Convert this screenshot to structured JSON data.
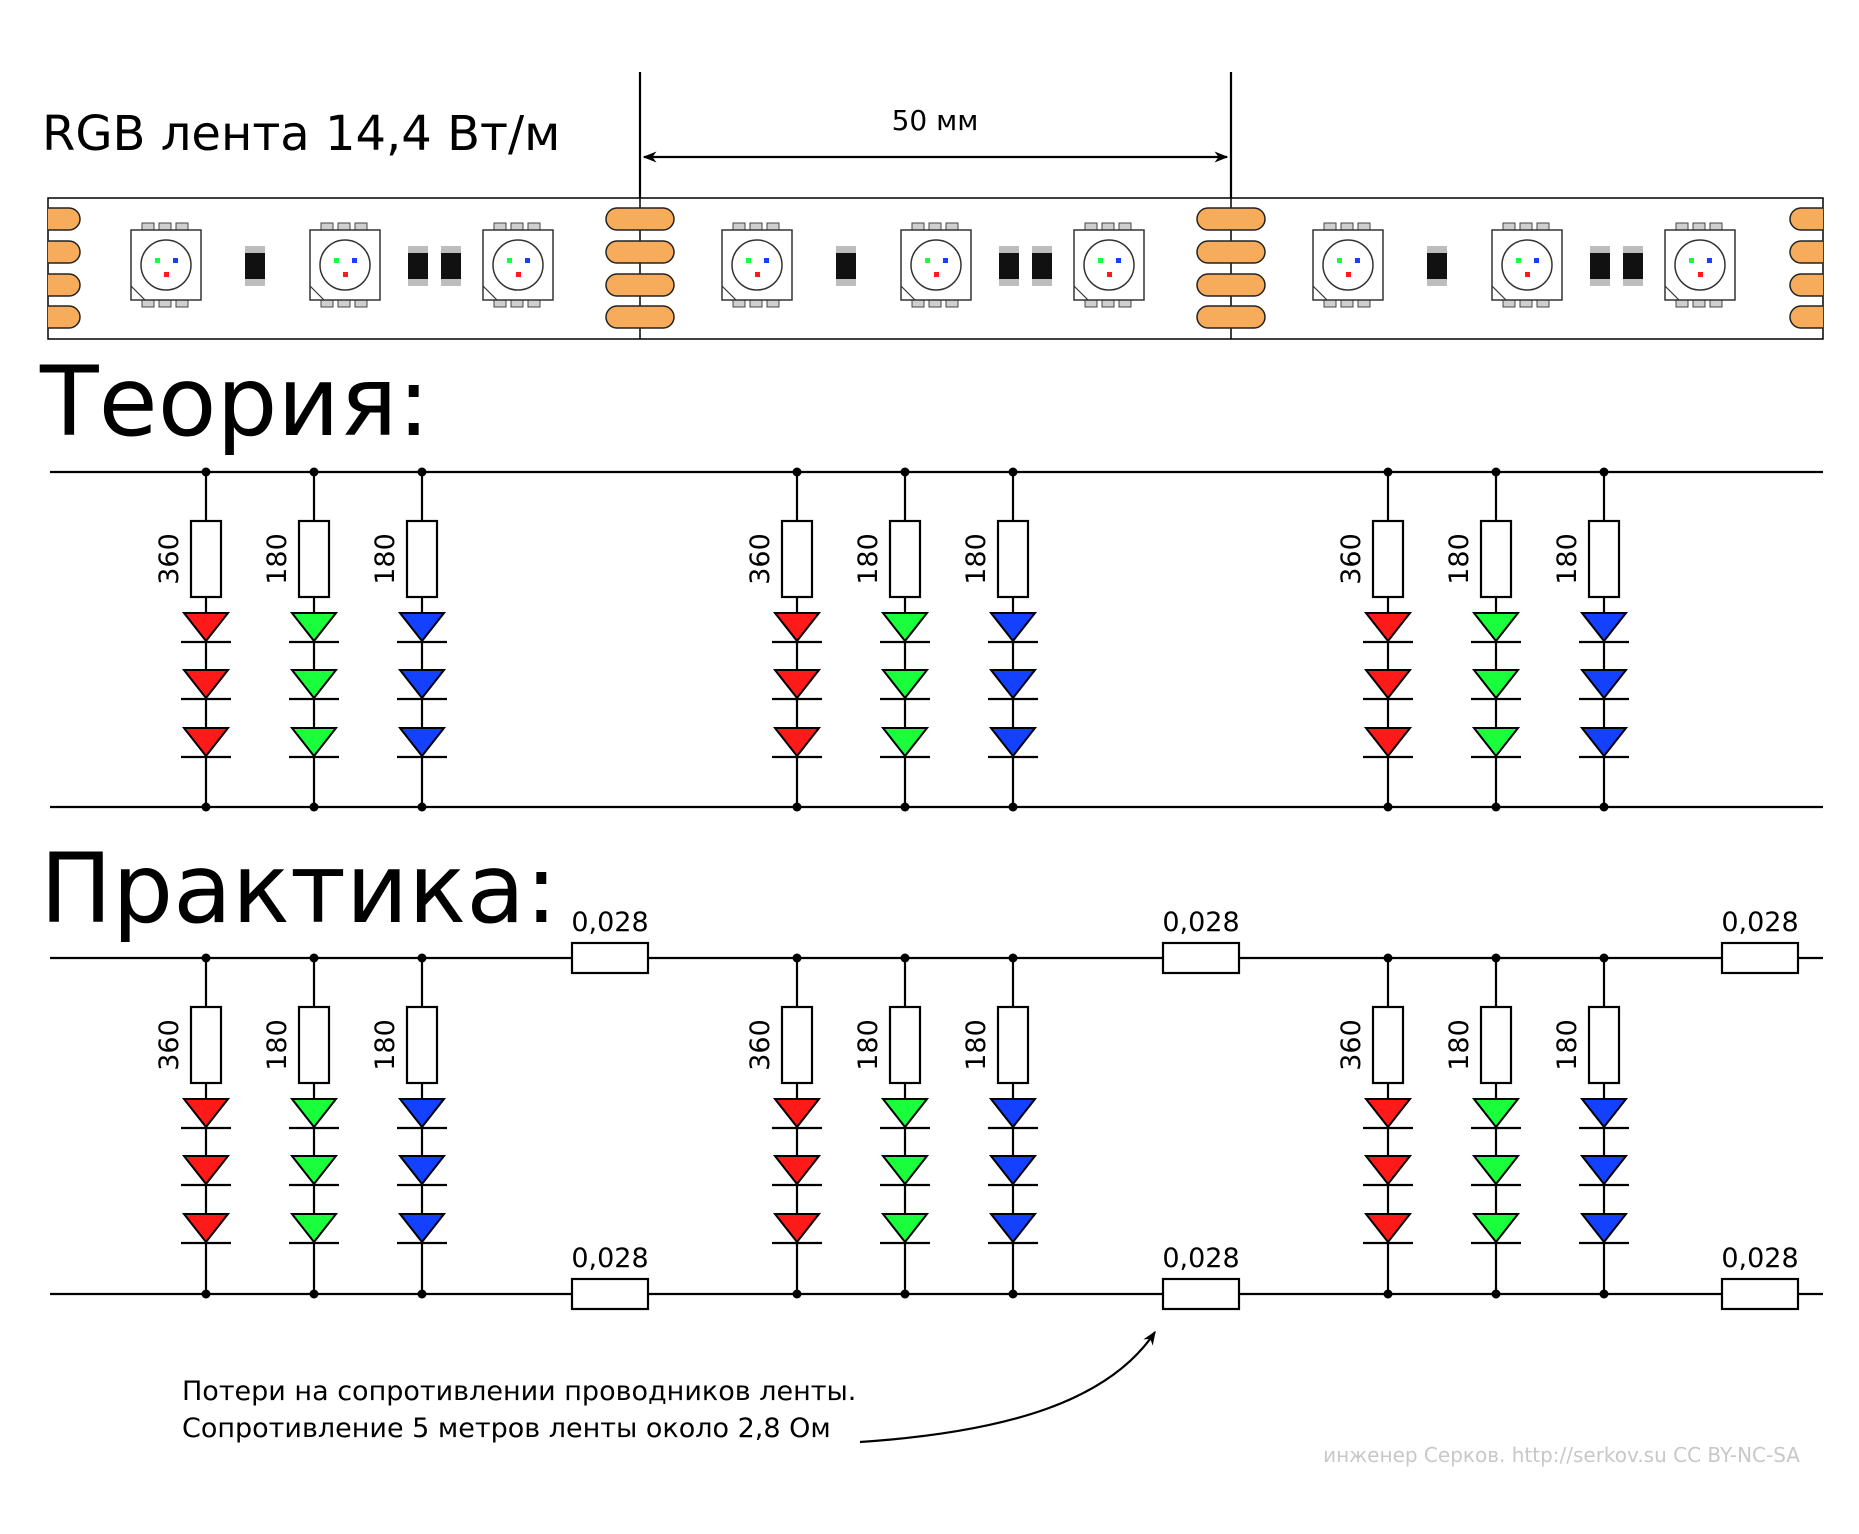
{
  "title": "RGB лента 14,4 Вт/м",
  "dimension_label": "50 мм",
  "sections": {
    "theory": "Теория:",
    "practice": "Практика:"
  },
  "resistors": {
    "red": "360",
    "green": "180",
    "blue": "180"
  },
  "wire_resistance": "0,028",
  "note": {
    "line1": "Потери на сопротивлении проводников ленты.",
    "line2": "Сопротивление 5 метров ленты около 2,8 Ом"
  },
  "credit": "инженер Серков. http://serkov.su  CC BY-NC-SA",
  "colors": {
    "red": "#ff1a1a",
    "green": "#1aff3c",
    "blue": "#1440ff",
    "pad": "#f6ac5a",
    "chip": "#ffffff",
    "resistor_smd": "#111111"
  }
}
